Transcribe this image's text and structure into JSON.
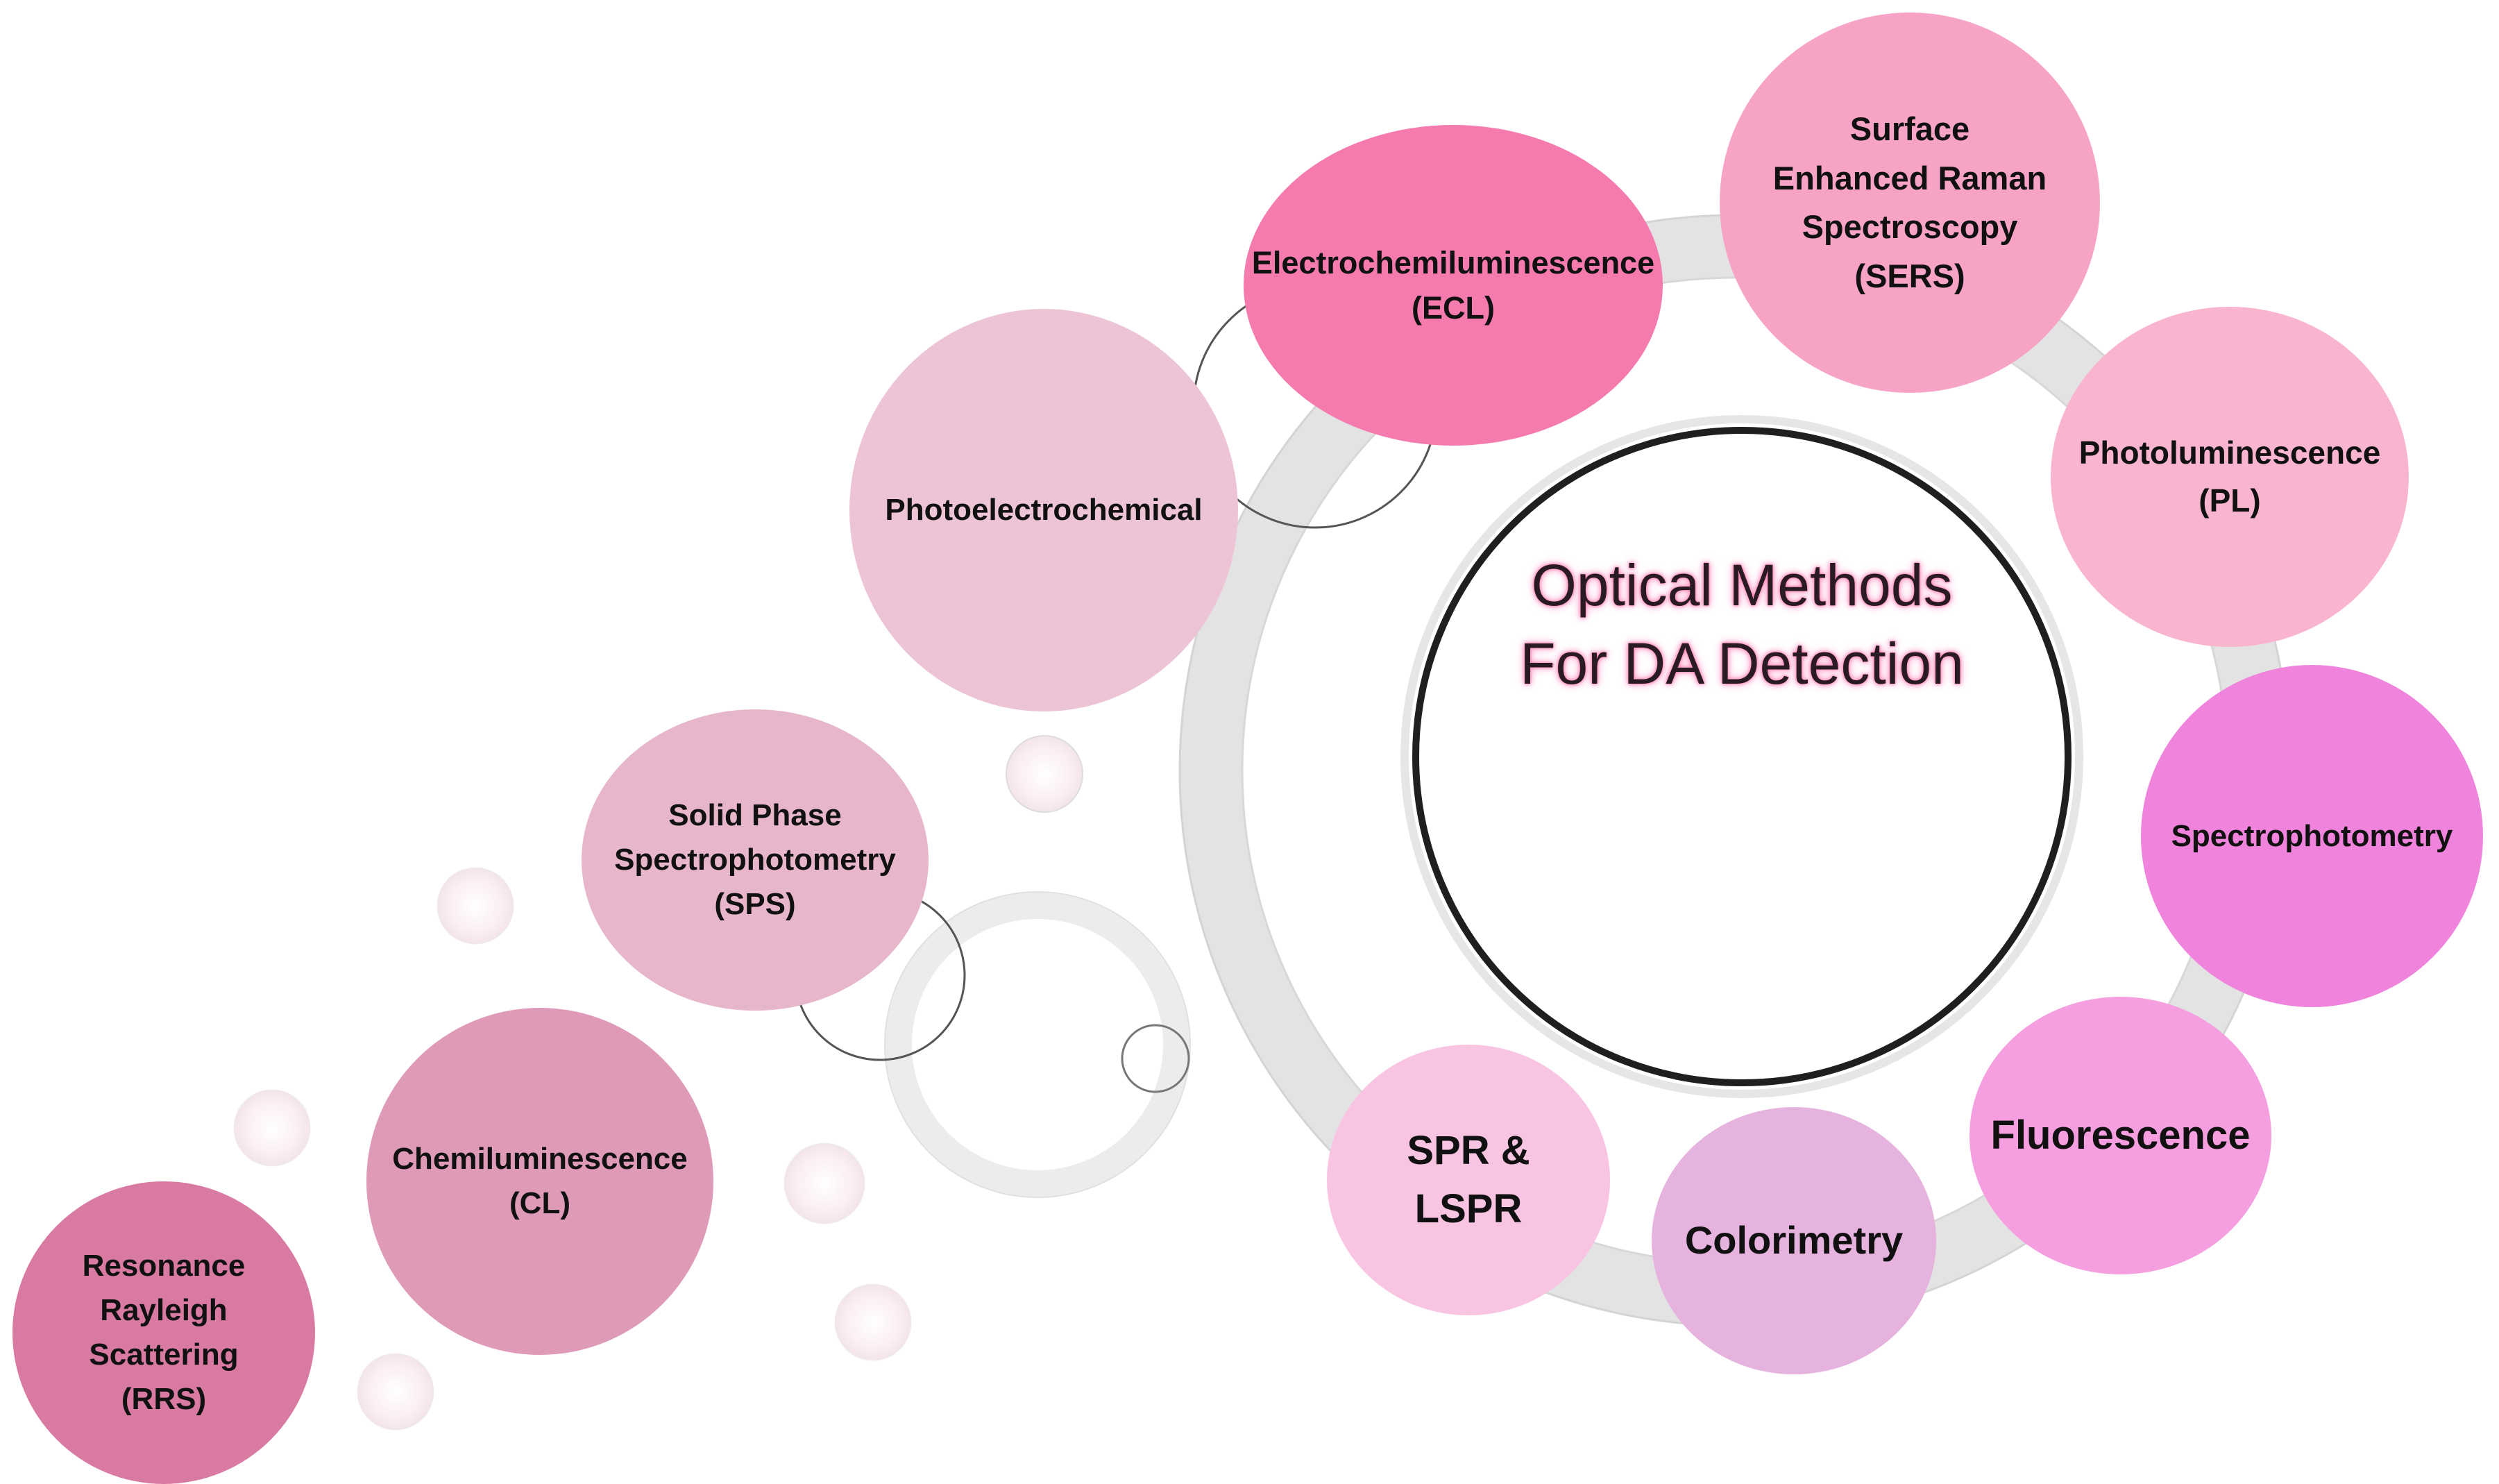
{
  "center": {
    "title": "Optical Methods\nFor DA Detection"
  },
  "methods": [
    {
      "id": "rrs",
      "label": "Resonance\nRayleigh\nScattering\n(RRS)",
      "color": "#d97aa2"
    },
    {
      "id": "cl",
      "label": "Chemiluminescence\n(CL)",
      "color": "#df9ab8"
    },
    {
      "id": "sps",
      "label": "Solid Phase\nSpectrophotometry\n(SPS)",
      "color": "#e8b6cb"
    },
    {
      "id": "pec",
      "label": "Photoelectrochemical",
      "color": "#edc4d6"
    },
    {
      "id": "ecl",
      "label": "Electrochemiluminescence\n(ECL)",
      "color": "#f57aae"
    },
    {
      "id": "sers",
      "label": "Surface\nEnhanced Raman\nSpectroscopy\n(SERS)",
      "color": "#f7a3c6"
    },
    {
      "id": "pl",
      "label": "Photoluminescence\n(PL)",
      "color": "#f9b4d0"
    },
    {
      "id": "spectro",
      "label": "Spectrophotometry",
      "color": "#f084dc"
    },
    {
      "id": "fluor",
      "label": "Fluorescence",
      "color": "#f59ee0"
    },
    {
      "id": "colori",
      "label": "Colorimetry",
      "color": "#e6b2de"
    },
    {
      "id": "spr",
      "label": "SPR &\nLSPR",
      "color": "#f9c4e2"
    }
  ]
}
